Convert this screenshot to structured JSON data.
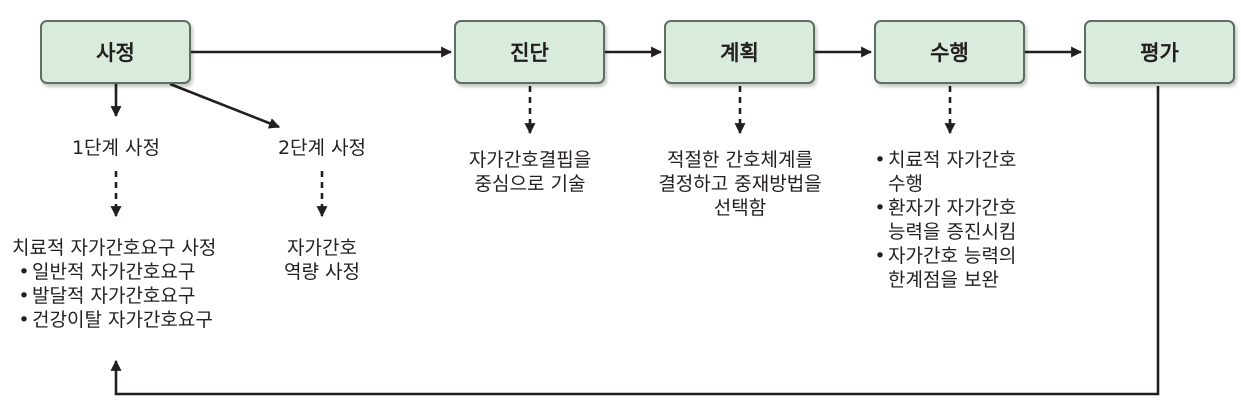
{
  "nodes": {
    "assessment": "사정",
    "diagnosis": "진단",
    "planning": "계획",
    "implementation": "수행",
    "evaluation": "평가"
  },
  "assessment_steps": {
    "step1": "1단계 사정",
    "step2": "2단계 사정"
  },
  "step1_detail": {
    "heading": "치료적 자가간호요구 사정",
    "items": [
      "일반적 자가간호요구",
      "발달적 자가간호요구",
      "건강이탈 자가간호요구"
    ]
  },
  "step2_detail": {
    "lines": [
      "자가간호",
      "역량 사정"
    ]
  },
  "diagnosis_detail": {
    "lines": [
      "자가간호결핍을",
      "중심으로 기술"
    ]
  },
  "planning_detail": {
    "lines": [
      "적절한 간호체계를",
      "결정하고 중재방법을",
      "선택함"
    ]
  },
  "implementation_detail": {
    "items": [
      {
        "line1": "치료적 자가간호",
        "line2": "수행"
      },
      {
        "line1": "환자가 자가간호",
        "line2": "능력을 증진시킴"
      },
      {
        "line1": "자가간호 능력의",
        "line2": "한계점을 보완"
      }
    ]
  },
  "colors": {
    "node_fill": "#d9ebdc",
    "node_border": "#5d6f61",
    "line": "#231f20"
  }
}
